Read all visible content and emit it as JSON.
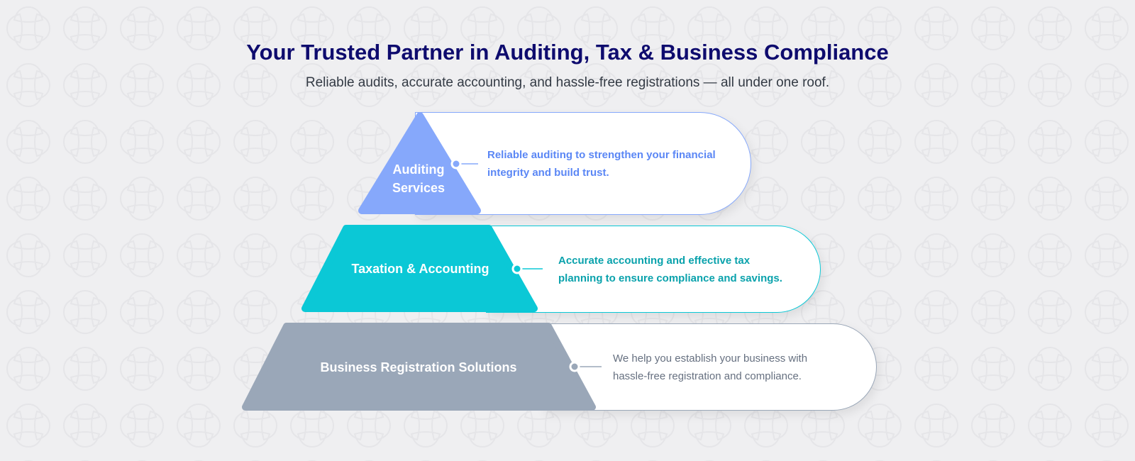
{
  "header": {
    "title": "Your Trusted Partner in Auditing, Tax & Business Compliance",
    "subtitle": "Reliable audits, accurate accounting, and hassle-free registrations — all under one roof."
  },
  "tiers": [
    {
      "label_line1": "Auditing",
      "label_line2": "Services",
      "description_line1": "Reliable auditing to strengthen your financial",
      "description_line2": "integrity and build trust.",
      "color": "#86a8fb",
      "text_color": "#5b87f5"
    },
    {
      "label": "Taxation & Accounting",
      "description_line1": "Accurate accounting and effective tax",
      "description_line2": "planning to ensure compliance and savings.",
      "color": "#0bc8d6",
      "text_color": "#0aa2ac"
    },
    {
      "label": "Business Registration Solutions",
      "description_line1": "We help you establish your business with",
      "description_line2": "hassle-free registration and compliance.",
      "color": "#9aa7b8",
      "text_color": "#667080"
    }
  ]
}
